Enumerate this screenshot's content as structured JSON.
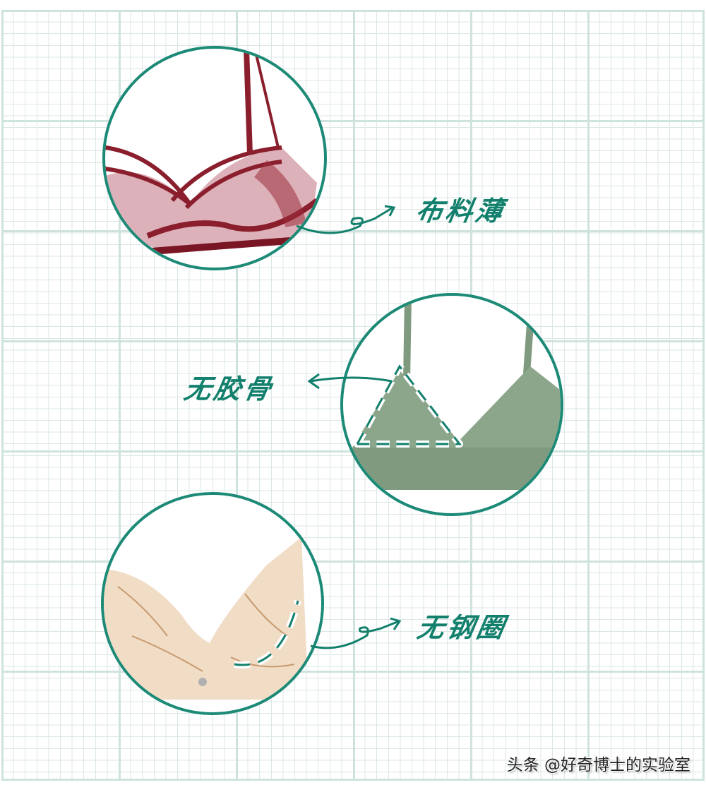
{
  "background": {
    "grid_major_color": "#cfe3de",
    "grid_minor_color": "#dbe7e4"
  },
  "accent_color": "#12806c",
  "items": [
    {
      "label": "布料薄",
      "image": "burgundy-sheer-lace-bra",
      "garment_color": "#8a1e2c"
    },
    {
      "label": "无胶骨",
      "image": "sage-green-lace-bralette",
      "garment_color": "#7f9a7e"
    },
    {
      "label": "无钢圈",
      "image": "nude-floral-lace-bra",
      "garment_color": "#e8c9a9"
    }
  ],
  "watermark": "头条 @好奇博士的实验室"
}
